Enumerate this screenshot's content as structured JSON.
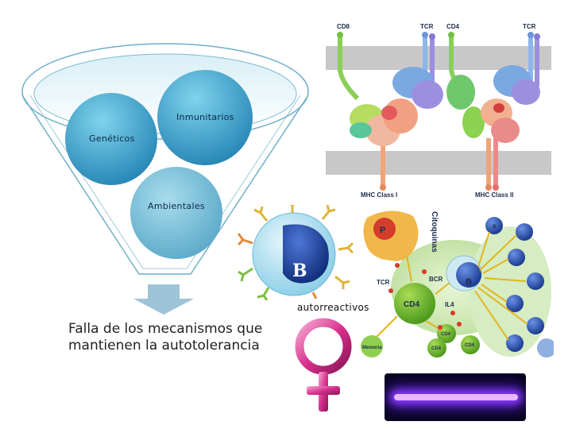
{
  "funnel": {
    "circles": [
      {
        "label": "Inmunitarios"
      },
      {
        "label": "Genéticos"
      },
      {
        "label": "Ambientales"
      }
    ],
    "caption_line1": "Falla de los mecanismos que",
    "caption_line2": "mantienen la autotolerancia"
  },
  "tcr_figure": {
    "labels": {
      "cd8": "CD8",
      "tcr_left": "TCR",
      "cd4": "CD4",
      "tcr_right": "TCR",
      "mhc1": "MHC Class I",
      "mhc2": "MHC Class II"
    }
  },
  "bcell": {
    "letter": "B"
  },
  "autoreactive_label": "autorreactivos",
  "cytokine_panel": {
    "title": "Citoquinas",
    "p_letter": "P",
    "tcr": "TCR",
    "bcr": "BCR",
    "il4": "IL4",
    "cd4_main": "CD4",
    "b_main": "B",
    "cd4_small": [
      "CD4",
      "CD4",
      "CD4"
    ],
    "memoria": "Memoria",
    "b_small": "B"
  },
  "colors": {
    "funnel_blue": "#3a9ec4",
    "female_pink": "#d8318e",
    "bcell_blue": "#1a3d8f"
  }
}
